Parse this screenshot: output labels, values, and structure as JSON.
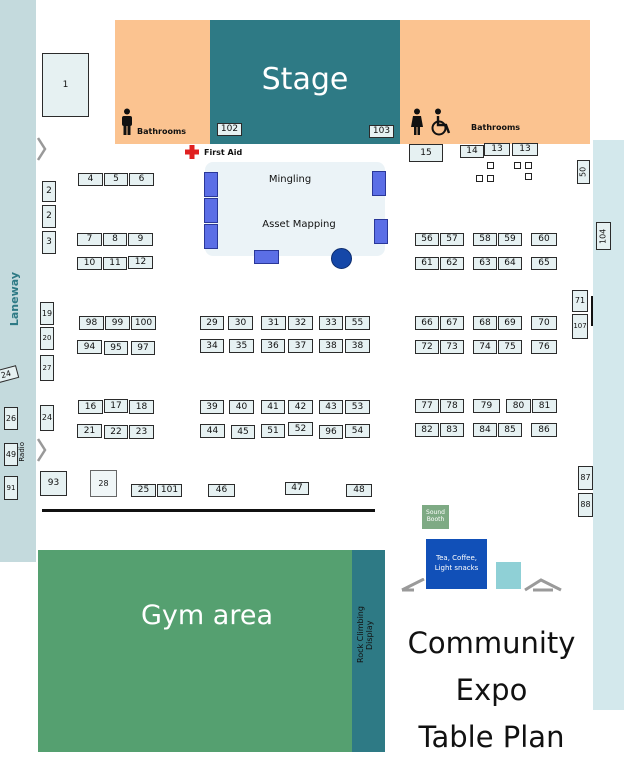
{
  "title_lines": [
    "Community",
    "Expo",
    "Table Plan"
  ],
  "zones": {
    "stage": "Stage",
    "gym": "Gym area",
    "rock": "Rock Climbing Display",
    "laneway": "Laneway",
    "bathrooms_left": "Bathrooms",
    "bathrooms_right": "Bathrooms",
    "first_aid": "First Aid",
    "mingling": "Mingling",
    "asset_mapping": "Asset Mapping",
    "sound_booth": "Sound Booth",
    "tea": "Tea, Coffee, Light snacks",
    "radio": "Radio"
  },
  "tables": {
    "t1": "1",
    "t102": "102",
    "t103": "103",
    "t15": "15",
    "t14": "14",
    "t13a": "13",
    "t13b": "13",
    "t2a": "2",
    "t2b": "2",
    "t3": "3",
    "t4": "4",
    "t5": "5",
    "t6": "6",
    "t7": "7",
    "t8": "8",
    "t9": "9",
    "t10": "10",
    "t11": "11",
    "t12": "12",
    "t56": "56",
    "t57": "57",
    "t58": "58",
    "t59": "59",
    "t60": "60",
    "t61": "61",
    "t62": "62",
    "t63": "63",
    "t64": "64",
    "t65": "65",
    "t50": "50",
    "t104": "104",
    "t71": "71",
    "t107": "107",
    "t19": "19",
    "t20": "20",
    "t27": "27",
    "t24a": "24",
    "t24b": "24",
    "t26": "26",
    "t49": "49",
    "t91": "91",
    "t98": "98",
    "t99": "99",
    "t100": "100",
    "t94": "94",
    "t95": "95",
    "t97": "97",
    "t29": "29",
    "t30": "30",
    "t31": "31",
    "t32": "32",
    "t33": "33",
    "t55": "55",
    "t34": "34",
    "t35": "35",
    "t36": "36",
    "t37": "37",
    "t38a": "38",
    "t38b": "38",
    "t66": "66",
    "t67": "67",
    "t68": "68",
    "t69": "69",
    "t70": "70",
    "t72": "72",
    "t73": "73",
    "t74": "74",
    "t75": "75",
    "t76": "76",
    "t16": "16",
    "t17": "17",
    "t18": "18",
    "t21": "21",
    "t22": "22",
    "t23": "23",
    "t39": "39",
    "t40": "40",
    "t41": "41",
    "t42": "42",
    "t43": "43",
    "t53": "53",
    "t44": "44",
    "t45": "45",
    "t51": "51",
    "t52": "52",
    "t96": "96",
    "t54": "54",
    "t77": "77",
    "t78": "78",
    "t79": "79",
    "t80": "80",
    "t81": "81",
    "t82": "82",
    "t83": "83",
    "t84": "84",
    "t85": "85",
    "t86": "86",
    "t93": "93",
    "t28": "28",
    "t25": "25",
    "t101": "101",
    "t46": "46",
    "t47": "47",
    "t48": "48",
    "t87": "87",
    "t88": "88"
  },
  "colors": {
    "bathroom_zone": "#fbc390",
    "stage": "#2e7a85",
    "gym": "#55a070",
    "rock_climbing": "#2e7a85",
    "laneway": "#c4dadd",
    "right_strip": "#d3e8ec",
    "table_fill": "#e6f1f2",
    "mingling_area": "#ebf3f7",
    "blue_block": "#5b6ee6",
    "tea_booth": "#1150b8",
    "sound_booth": "#7eaa84",
    "first_aid": "#e02020"
  }
}
